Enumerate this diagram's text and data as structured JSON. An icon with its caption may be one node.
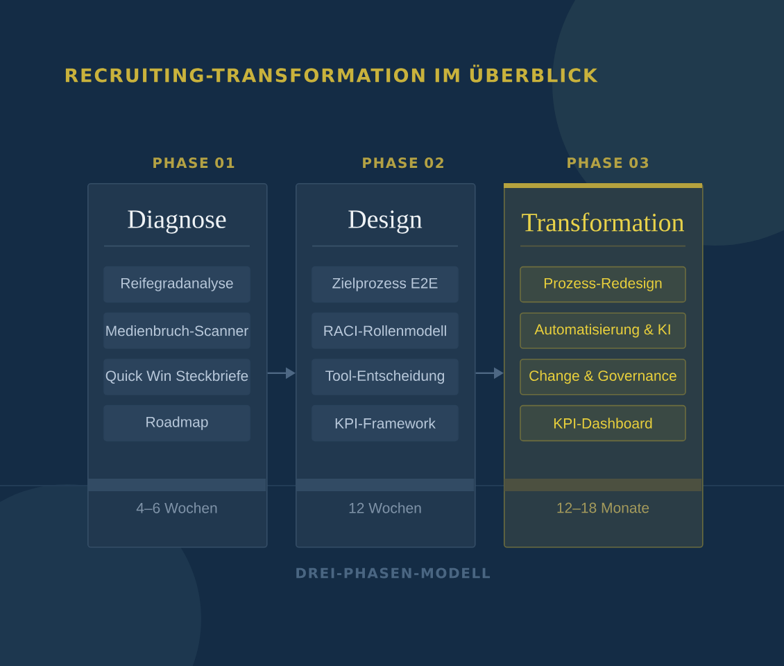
{
  "diagram": {
    "title": "RECRUITING-TRANSFORMATION IM ÜBERBLICK",
    "caption": "DREI-PHASEN-MODELL",
    "nodes": [
      {
        "text": [
          "PHASE 01",
          "Diagnose",
          "4–6 Wochen"
        ]
      },
      {
        "text": [
          "Reifegradanalyse"
        ],
        "in": 0
      },
      {
        "text": [
          "Medienbruch-Scanner"
        ],
        "in": 0
      },
      {
        "text": [
          "Quick Win Steckbriefe"
        ],
        "in": 0
      },
      {
        "text": [
          "Roadmap"
        ],
        "in": 0
      },
      {
        "text": [
          "PHASE 02",
          "Design",
          "12 Wochen"
        ]
      },
      {
        "text": [
          "Zielprozess E2E"
        ],
        "in": 5
      },
      {
        "text": [
          "RACI-Rollenmodell"
        ],
        "in": 5
      },
      {
        "text": [
          "Tool-Entscheidung"
        ],
        "in": 5
      },
      {
        "text": [
          "KPI-Framework"
        ],
        "in": 5
      },
      {
        "text": [
          "PHASE 03",
          "Transformation",
          "12–18 Monate"
        ]
      },
      {
        "text": [
          "Prozess-Redesign"
        ],
        "in": 10
      },
      {
        "text": [
          "Automatisierung & KI"
        ],
        "in": 10
      },
      {
        "text": [
          "Change & Governance"
        ],
        "in": 10
      },
      {
        "text": [
          "KPI-Dashboard"
        ],
        "in": 10
      }
    ],
    "edges": [
      {
        "from": 0,
        "to": 5,
        "arrow": "to"
      },
      {
        "from": 5,
        "to": 10,
        "arrow": "to"
      }
    ]
  }
}
